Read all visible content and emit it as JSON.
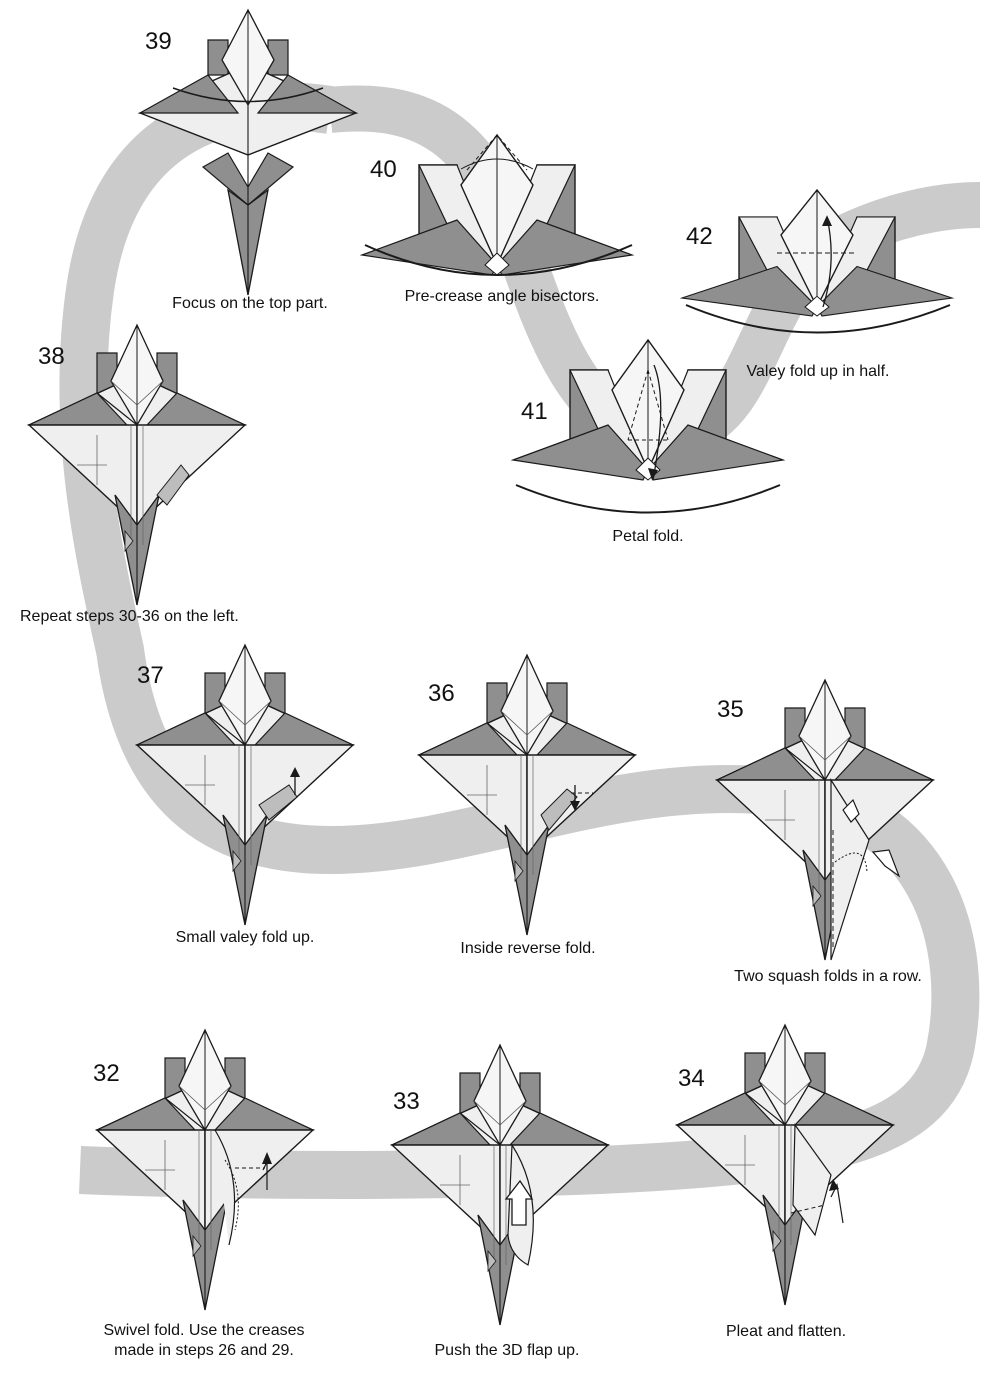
{
  "steps": [
    {
      "number": "39",
      "caption": "Focus on the top part."
    },
    {
      "number": "40",
      "caption": "Pre-crease angle bisectors."
    },
    {
      "number": "42",
      "caption": "Valey fold up in half."
    },
    {
      "number": "41",
      "caption": "Petal fold."
    },
    {
      "number": "38",
      "caption": "Repeat steps 30-36 on the left."
    },
    {
      "number": "37",
      "caption": "Small valey fold up."
    },
    {
      "number": "36",
      "caption": "Inside reverse fold."
    },
    {
      "number": "35",
      "caption": "Two squash folds in a row."
    },
    {
      "number": "32",
      "caption_line1": "Swivel fold. Use the creases",
      "caption_line2": "made in steps 26 and 29."
    },
    {
      "number": "33",
      "caption": "Push the 3D flap up."
    },
    {
      "number": "34",
      "caption": "Pleat and flatten."
    }
  ],
  "colors": {
    "path_band": "#cbcbcb",
    "paper_light": "#efefef",
    "paper_dark": "#8f8f8f",
    "paper_mid": "#bdbdbd",
    "outline": "#1a1a1a"
  }
}
